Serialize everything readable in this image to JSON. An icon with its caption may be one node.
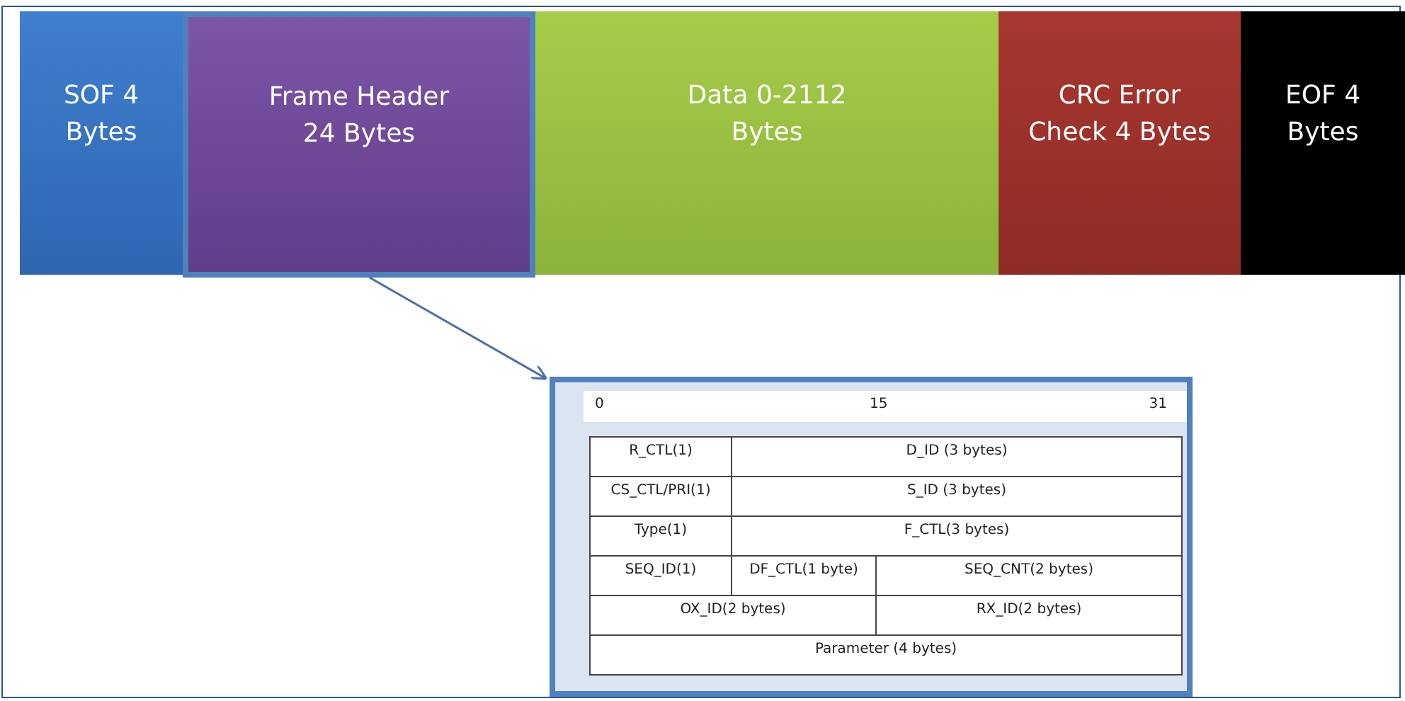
{
  "diagram": {
    "nodes": [
      {
        "text": [
          "SOF 4 Bytes"
        ]
      },
      {
        "text": [
          "Frame Header 24 Bytes"
        ]
      },
      {
        "text": [
          "Data 0-2112 Bytes"
        ]
      },
      {
        "text": [
          "CRC Error Check 4 Bytes"
        ]
      },
      {
        "text": [
          "EOF 4 Bytes"
        ]
      },
      {
        "text": [],
        "shape": "box"
      }
    ],
    "edges": [
      {
        "from": 1,
        "to": 5,
        "arrow": "to"
      }
    ],
    "labels": [
      "0",
      "15",
      "31",
      "R_CTL(1)",
      "D_ID (3 bytes)",
      "CS_CTL/PRI(1)",
      "S_ID (3 bytes)",
      "Type(1)",
      "F_CTL(3 bytes)",
      "SEQ_ID(1)",
      "DF_CTL(1 byte)",
      "SEQ_CNT(2 bytes)",
      "OX_ID(2 bytes)",
      "RX_ID(2 bytes)",
      "Parameter (4 bytes)"
    ]
  }
}
